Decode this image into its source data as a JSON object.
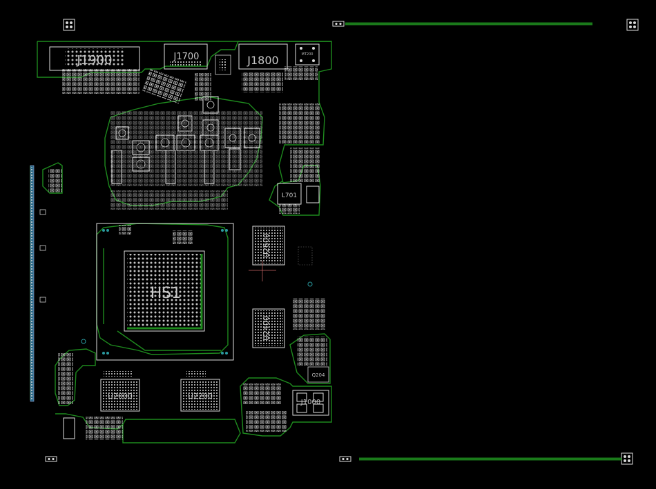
{
  "labels": {
    "j1900": "J1900",
    "j1700": "J1700",
    "j1800": "J1800",
    "u2000": "U2000",
    "u2200": "U2200",
    "u2600": "U2600",
    "u2400": "U2400",
    "hs1": "HS1",
    "j1000": "J1000",
    "l701": "L701",
    "q204": "Q204",
    "mt2": "MT200"
  },
  "colors": {
    "background": "#000000",
    "trace": "#1e8a1e",
    "silkscreen": "#e0e0e0",
    "label": "#c9c9c9",
    "via": "#2a9aa0"
  }
}
